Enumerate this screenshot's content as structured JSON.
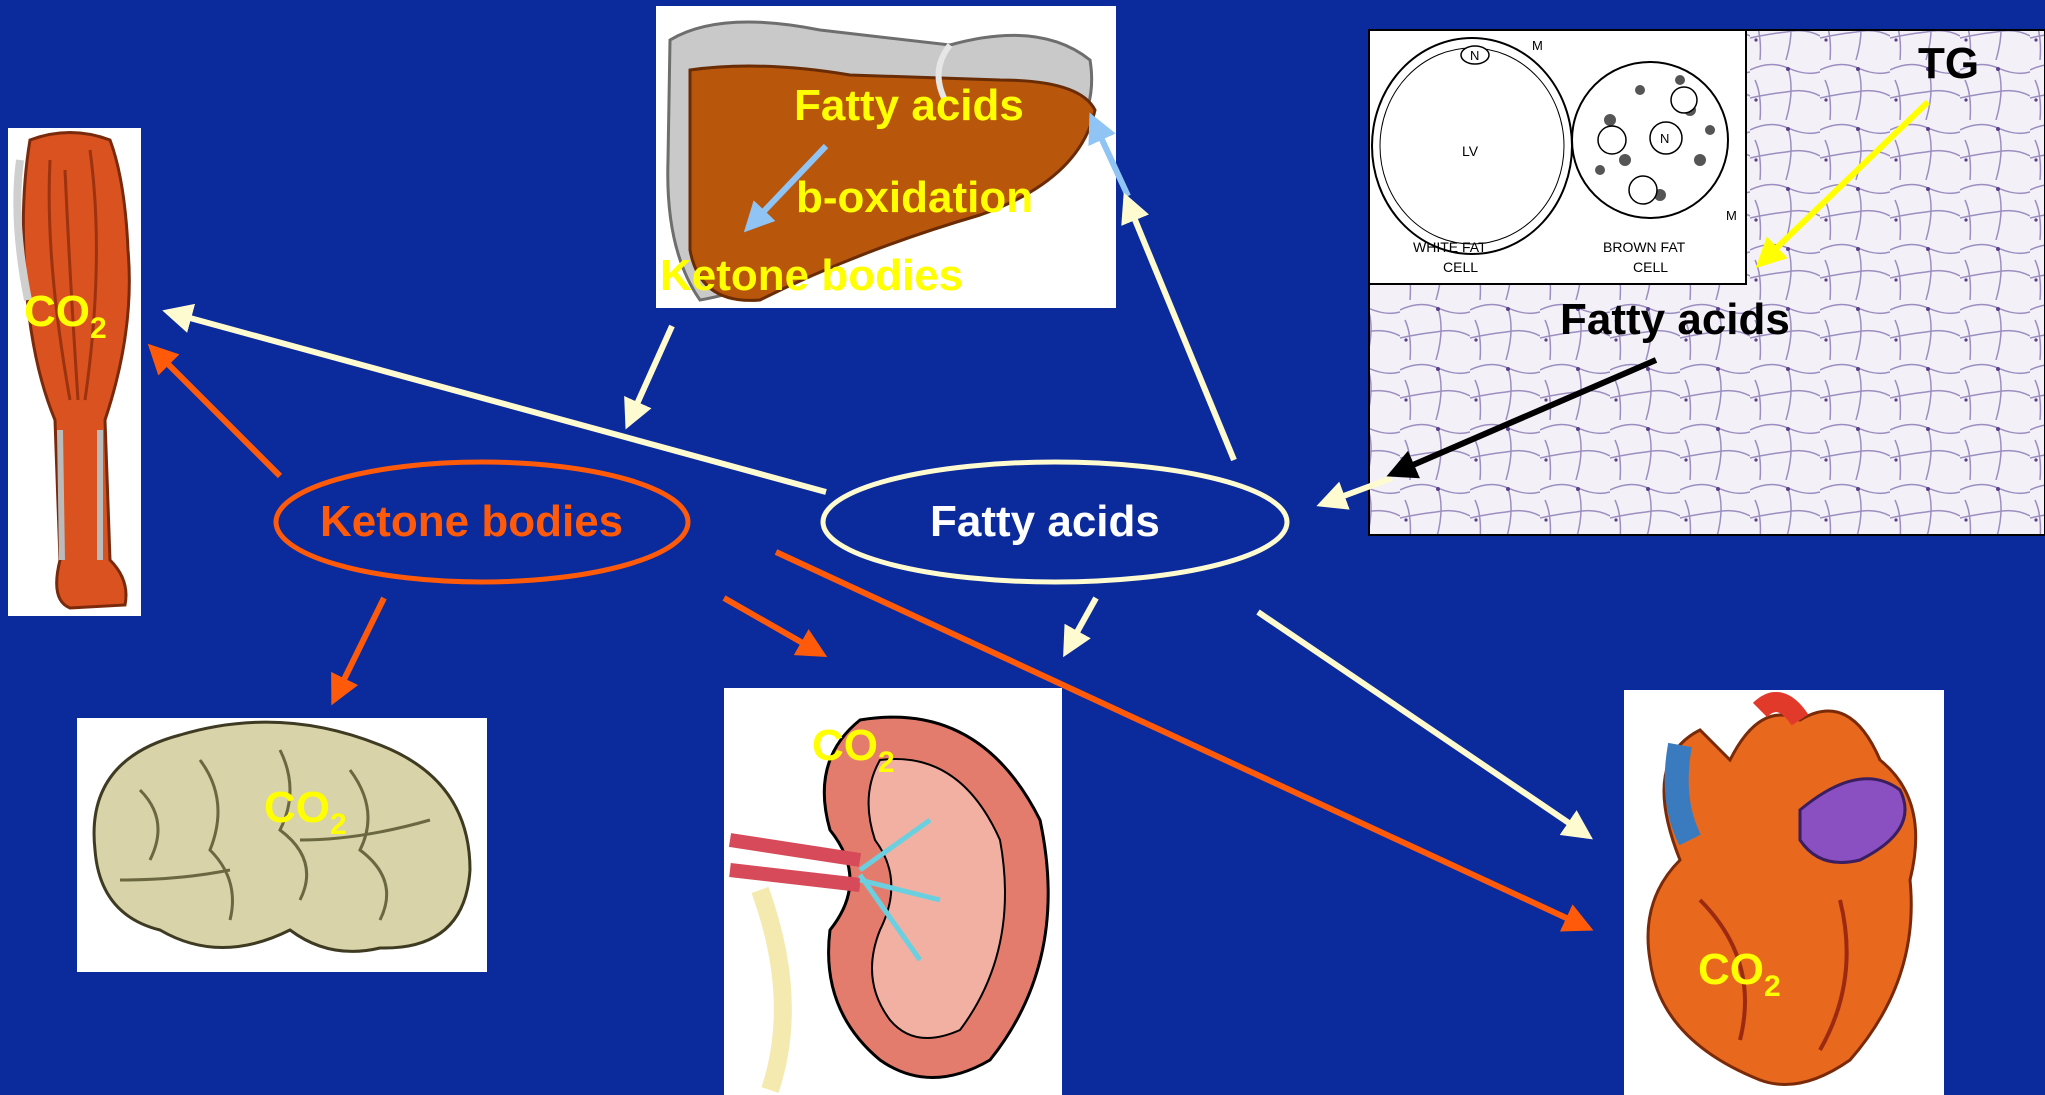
{
  "colors": {
    "background": "#0b2a9c",
    "yellow_text": "#ffff00",
    "orange": "#ff5a0a",
    "cream": "#fffbd0",
    "light_blue": "#8fc4f5",
    "black": "#000000"
  },
  "liver": {
    "fatty_acids": "Fatty acids",
    "b_oxidation": "b-oxidation",
    "ketone_bodies": "Ketone bodies"
  },
  "adipose": {
    "tg": "TG",
    "fatty_acids": "Fatty acids",
    "inset": {
      "white_label_1": "WHITE  FAT",
      "white_label_2": "CELL",
      "brown_label_1": "BROWN  FAT",
      "brown_label_2": "CELL",
      "lv": "LV",
      "n": "N",
      "m": "M"
    }
  },
  "center": {
    "ketone_bodies": "Ketone bodies",
    "fatty_acids": "Fatty acids"
  },
  "co2": {
    "base": "CO",
    "sub": "2"
  },
  "icons": {
    "muscle": "muscle-icon",
    "liver": "liver-icon",
    "brain": "brain-icon",
    "kidney": "kidney-icon",
    "heart": "heart-icon",
    "adipose": "adipose-tissue-micrograph"
  }
}
